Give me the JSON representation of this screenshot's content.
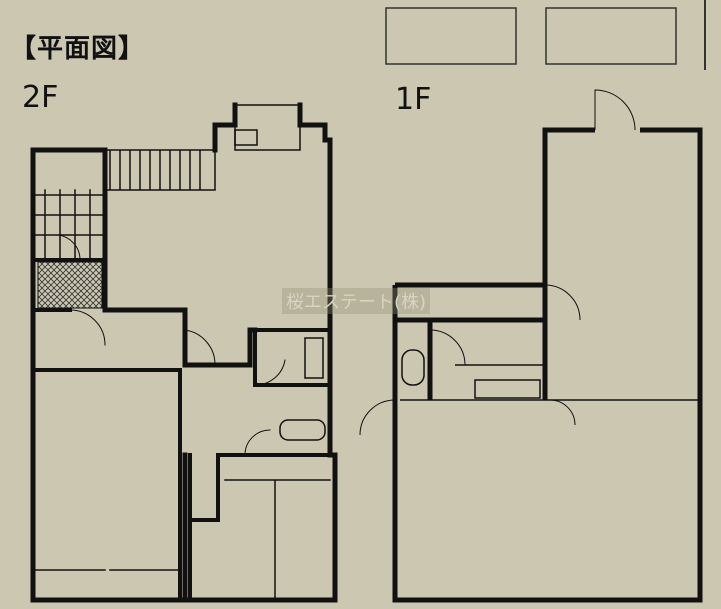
{
  "title": "【平面図】",
  "floors": {
    "second": "2F",
    "first": "1F"
  },
  "watermark": "桜エステート(株)",
  "colors": {
    "background": "#cbc7b0",
    "wall": "#111111"
  }
}
